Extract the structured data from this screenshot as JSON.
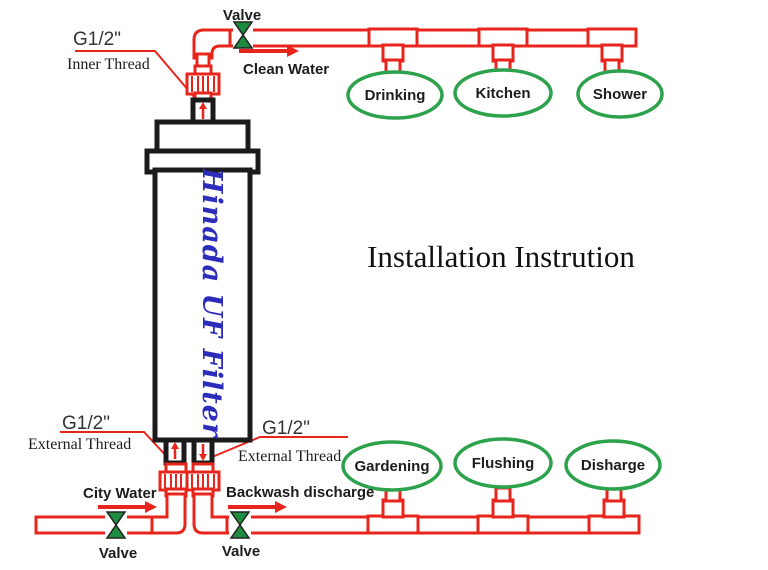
{
  "title": "Installation Instrution",
  "filter": {
    "brand": "Hinada UF Filter"
  },
  "labels": {
    "valve_top": "Valve",
    "valve_city": "Valve",
    "valve_backwash": "Valve",
    "g12_inner": "G1/2\"",
    "inner_thread": "Inner Thread",
    "clean_water": "Clean Water",
    "g12_left": "G1/2\"",
    "external_thread_left": "External Thread",
    "g12_right": "G1/2\"",
    "external_thread_right": "External Thread",
    "city_water": "City Water",
    "backwash_discharge": "Backwash discharge"
  },
  "outlets_top": [
    "Drinking",
    "Kitchen",
    "Shower"
  ],
  "outlets_bottom": [
    "Gardening",
    "Flushing",
    "Disharge"
  ],
  "colors": {
    "pipe_red": "#e8251d",
    "outlet_green": "#2ca24c",
    "valve_green": "#1e8c3e",
    "filter_blue": "#2d2dbb",
    "outline_black": "#1b1b1b"
  }
}
